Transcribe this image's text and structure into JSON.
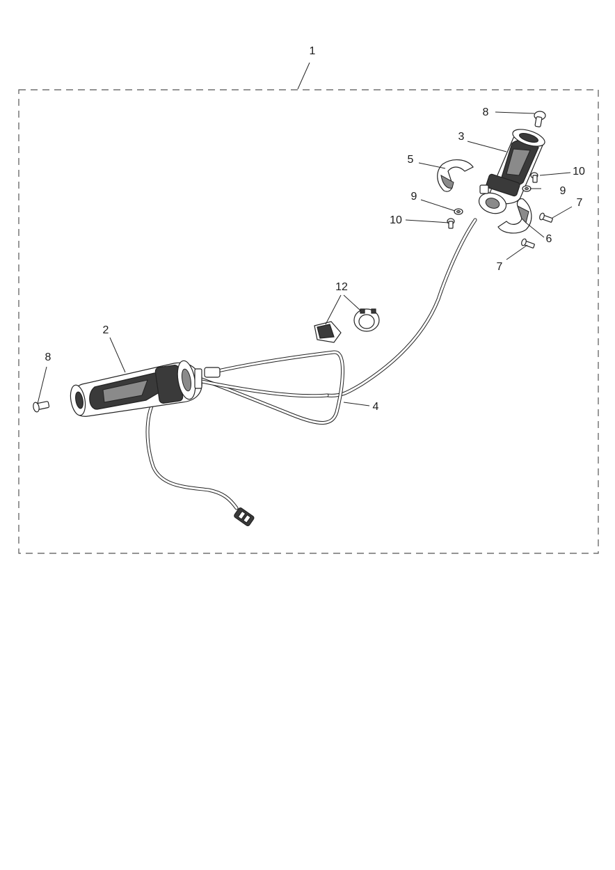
{
  "callouts": {
    "c1": "1",
    "c2": "2",
    "c3": "3",
    "c4": "4",
    "c5": "5",
    "c6": "6",
    "c7a": "7",
    "c7b": "7",
    "c8a": "8",
    "c8b": "8",
    "c9a": "9",
    "c9b": "9",
    "c10a": "10",
    "c10b": "10",
    "c12": "12"
  }
}
